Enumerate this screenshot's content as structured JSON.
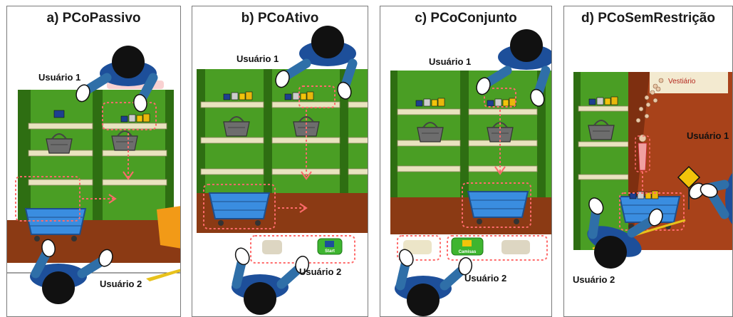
{
  "panels": [
    {
      "title": "a) PCoPassivo",
      "user1": "Usuário 1",
      "user2": "Usuário 2"
    },
    {
      "title": "b) PCoAtivo",
      "user1": "Usuário 1",
      "user2": "Usuário 2",
      "button": "Start"
    },
    {
      "title": "c) PCoConjunto",
      "user1": "Usuário 1",
      "user2": "Usuário 2",
      "button": "Camisas"
    },
    {
      "title": "d) PCoSemRestrição",
      "user1": "Usuário 1",
      "user2": "Usuário 2",
      "sign": "Vestiário"
    }
  ],
  "colors": {
    "shelf_green": "#4a9e24",
    "shelf_dark": "#2e6e12",
    "shelf_board": "#e9e3bf",
    "floor": "#8b3a14",
    "cart": "#3a8de0",
    "highlight": "#ff6b6b",
    "shirt": "#1d4f9a",
    "hair": "#111111",
    "arm": "#2f6fa8"
  }
}
